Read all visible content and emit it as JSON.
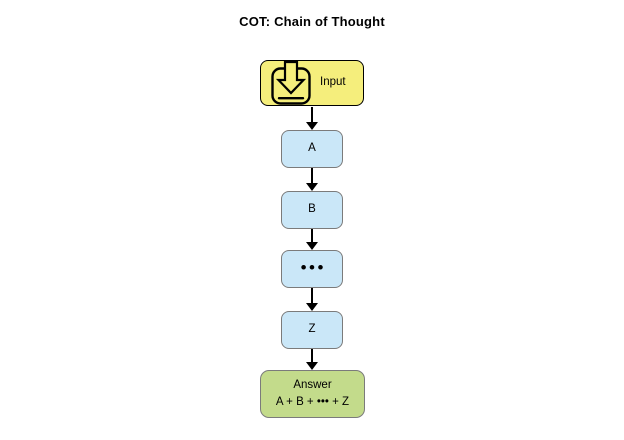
{
  "title": "COT: Chain of Thought",
  "colors": {
    "input_fill": "#F5EE7C",
    "step_fill": "#CAE7F8",
    "answer_fill": "#C3DB8B",
    "node_border": "#7B7B7B",
    "input_border": "#000000",
    "arrow": "#000000"
  },
  "input_node": {
    "label": "Input",
    "icon": "input-download-icon"
  },
  "chain": {
    "steps": [
      {
        "label": "A"
      },
      {
        "label": "B"
      },
      {
        "label": "•••"
      },
      {
        "label": "Z"
      }
    ]
  },
  "answer_node": {
    "title": "Answer",
    "formula": "A + B + ••• + Z"
  }
}
